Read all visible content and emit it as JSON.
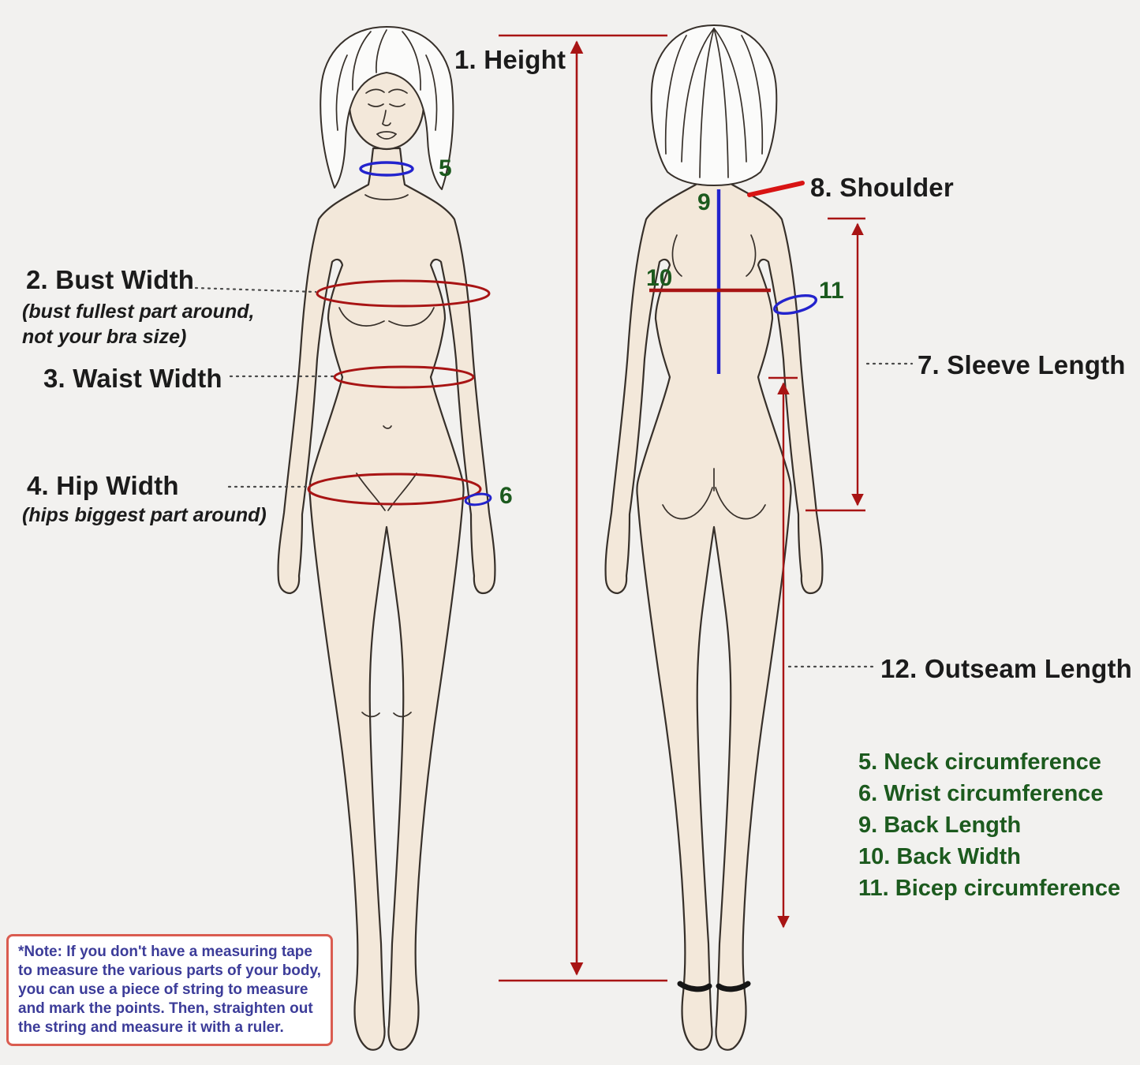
{
  "labels": {
    "height": "1. Height",
    "bust": "2. Bust Width",
    "bust_sub1": "(bust fullest part around,",
    "bust_sub2": "not your bra size)",
    "waist": "3. Waist Width",
    "hip": "4. Hip Width",
    "hip_sub": "(hips biggest part around)",
    "neck_num": "5",
    "wrist_num": "6",
    "sleeve": "7. Sleeve Length",
    "shoulder": "8. Shoulder",
    "back_length_num": "9",
    "back_width_num": "10",
    "bicep_num": "11",
    "outseam": "12. Outseam Length"
  },
  "legend": {
    "items": [
      "5. Neck circumference",
      "6. Wrist circumference",
      "9. Back Length",
      "10. Back Width",
      "11. Bicep circumference"
    ]
  },
  "note": {
    "text": "*Note: If you don't have a measuring tape to measure the various parts of your body, you can use a piece of string to measure and mark the points. Then, straighten out the string and measure it with a ruler."
  },
  "colors": {
    "measure_red": "#a81414",
    "bright_red": "#d81414",
    "measure_blue": "#2323cd",
    "marker_green": "#1c5a1e",
    "label_black": "#1b1b1b",
    "note_purple": "#3c3c99",
    "note_border": "#da5c50",
    "skin": "#f3e8da",
    "hair": "#fbfbfa",
    "outline": "#37302a",
    "background": "#f2f1ef",
    "leader_gray": "#4a4a4a"
  }
}
